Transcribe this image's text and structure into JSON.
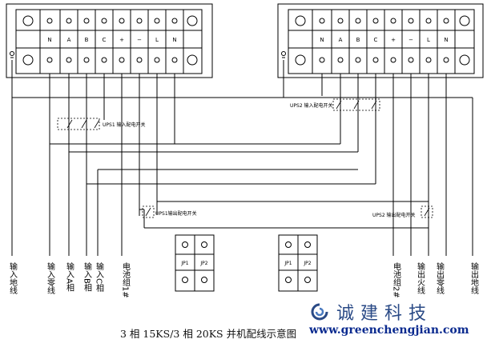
{
  "panels": {
    "left_terminals": [
      "N",
      "A",
      "B",
      "C",
      "+",
      "−",
      "L",
      "N"
    ],
    "right_terminals": [
      "N",
      "A",
      "B",
      "C",
      "+",
      "−",
      "L",
      "N"
    ]
  },
  "switches": {
    "ups1_input": "UPS1 输入配电开关",
    "ups2_input": "UPS2 输入配电开关",
    "ups1_output": "UPS1输出配电开关",
    "ups2_output": "UPS2 输出配电开关"
  },
  "jumpers": {
    "left": [
      "JP1",
      "JP2"
    ],
    "right": [
      "JP1",
      "JP2"
    ]
  },
  "wire_labels": {
    "input_ground": "输入地线",
    "input_neutral": "输入零线",
    "input_a": "输入A相",
    "input_b": "输入B相",
    "input_c": "输入C相",
    "battery_1": "电池组1#",
    "battery_2": "电池组2#",
    "output_live": "输出火线",
    "output_neutral": "输出零线",
    "output_ground": "输出地线"
  },
  "caption": "3 相 15KS/3 相 20KS 并机配线示意图",
  "brand": {
    "name": "诚建科技",
    "url": "www.greenchengjian.com",
    "logo_icon": "swirl-logo-icon"
  },
  "colors": {
    "line": "#000000",
    "brand_blue": "#2a4a86",
    "url_blue": "#0a2a8f"
  }
}
